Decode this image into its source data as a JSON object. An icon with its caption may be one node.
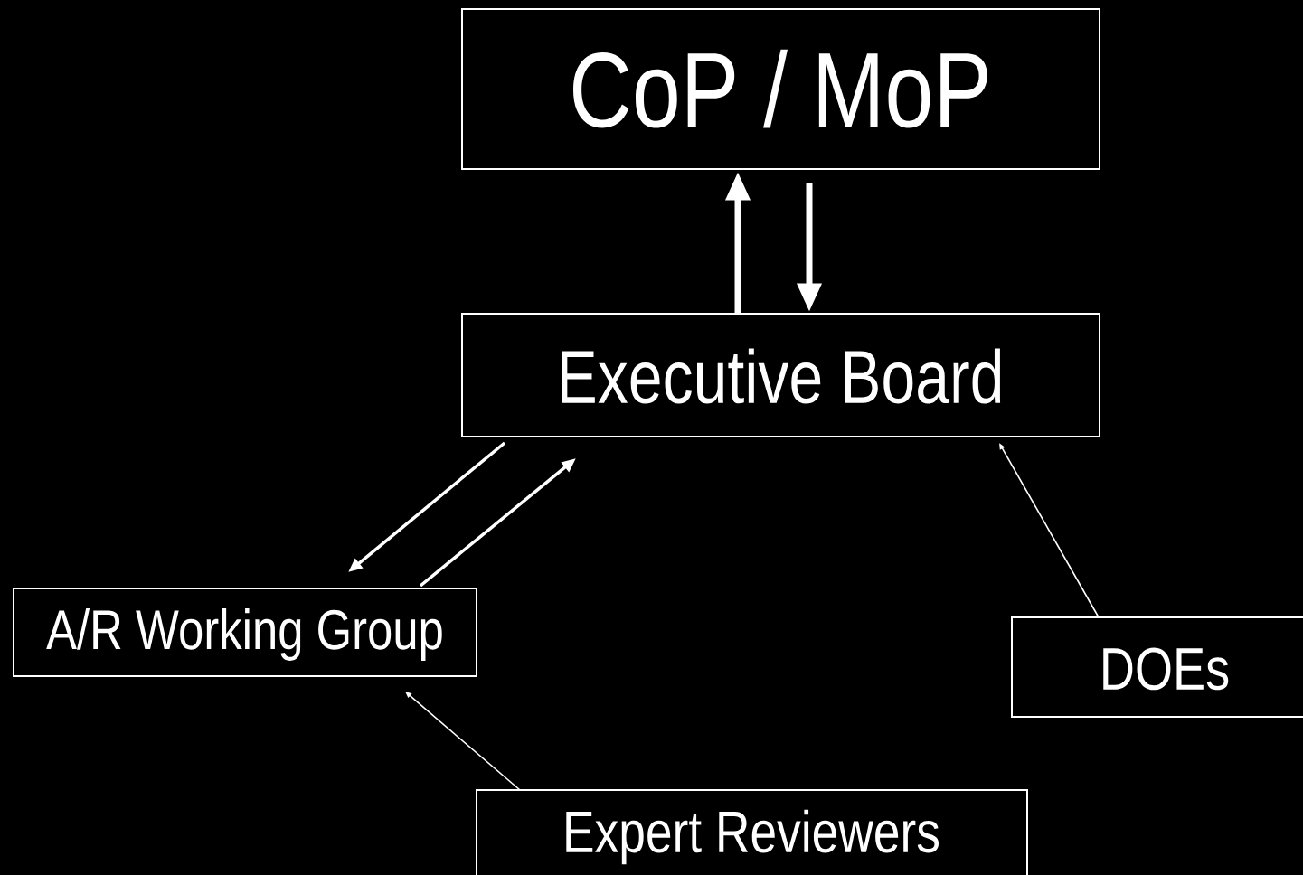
{
  "diagram": {
    "nodes": [
      {
        "text": [
          "CoP / MoP"
        ]
      },
      {
        "text": [
          "Executive Board"
        ]
      },
      {
        "text": [
          "A/R Working Group"
        ]
      },
      {
        "text": [
          "DOEs"
        ]
      },
      {
        "text": [
          "Expert Reviewers"
        ]
      }
    ],
    "edges": [
      {
        "from": 1,
        "to": 0,
        "arrow": "to",
        "style": "thick"
      },
      {
        "from": 0,
        "to": 1,
        "arrow": "to",
        "style": "thick"
      },
      {
        "from": 1,
        "to": 2,
        "arrow": "to"
      },
      {
        "from": 2,
        "to": 1,
        "arrow": "to"
      },
      {
        "from": 3,
        "to": 1,
        "arrow": "to"
      },
      {
        "from": 4,
        "to": 2,
        "arrow": "to"
      }
    ]
  }
}
